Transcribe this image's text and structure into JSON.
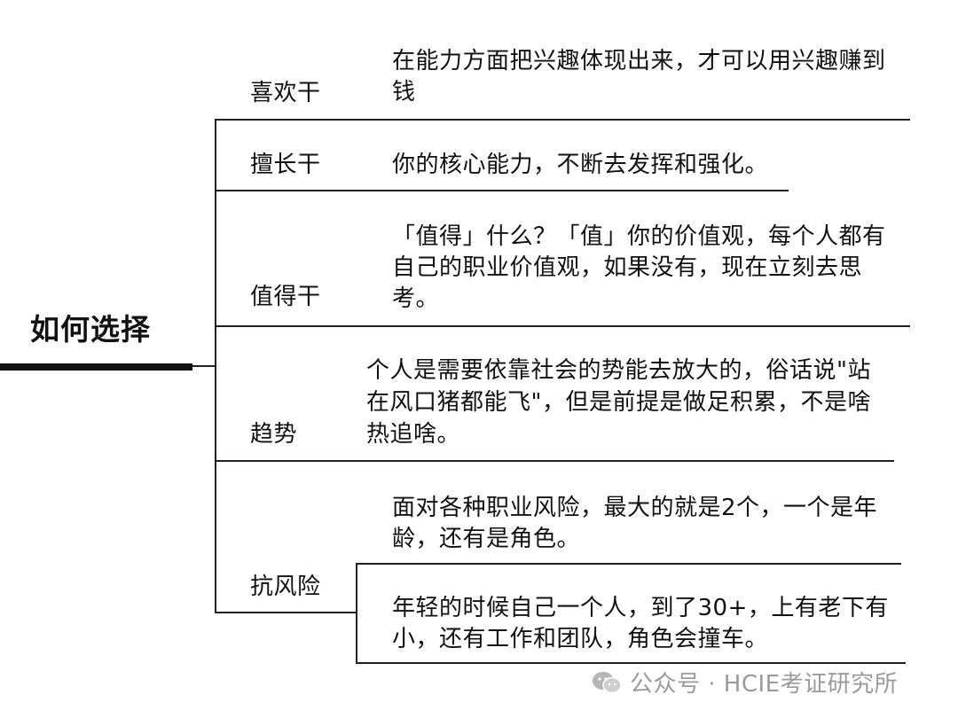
{
  "root": "如何选择",
  "branches": [
    {
      "label": "喜欢干",
      "lines": [
        "在能力方面把兴趣体现出来，才可以用兴趣赚到",
        "钱"
      ]
    },
    {
      "label": "擅长干",
      "lines": [
        "你的核心能力，不断去发挥和强化。"
      ]
    },
    {
      "label": "值得干",
      "lines": [
        "「值得」什么？「值」你的价值观，每个人都有",
        "自己的职业价值观，如果没有，现在立刻去思",
        "考。"
      ]
    },
    {
      "label": "趋势",
      "lines": [
        "个人是需要依靠社会的势能去放大的，俗话说\"站",
        "在风口猪都能飞\"，但是前提是做足积累，不是啥",
        "热追啥。"
      ]
    },
    {
      "label": "抗风险",
      "children": [
        {
          "lines": [
            "面对各种职业风险，最大的就是2个，一个是年",
            "龄，还有是角色。"
          ]
        },
        {
          "lines": [
            "年轻的时候自己一个人，到了30+，上有老下有",
            "小，还有工作和团队，角色会撞车。"
          ]
        }
      ]
    }
  ],
  "watermark": {
    "icon": "wechat-icon",
    "text": "公众号 · HCIE考证研究所"
  }
}
